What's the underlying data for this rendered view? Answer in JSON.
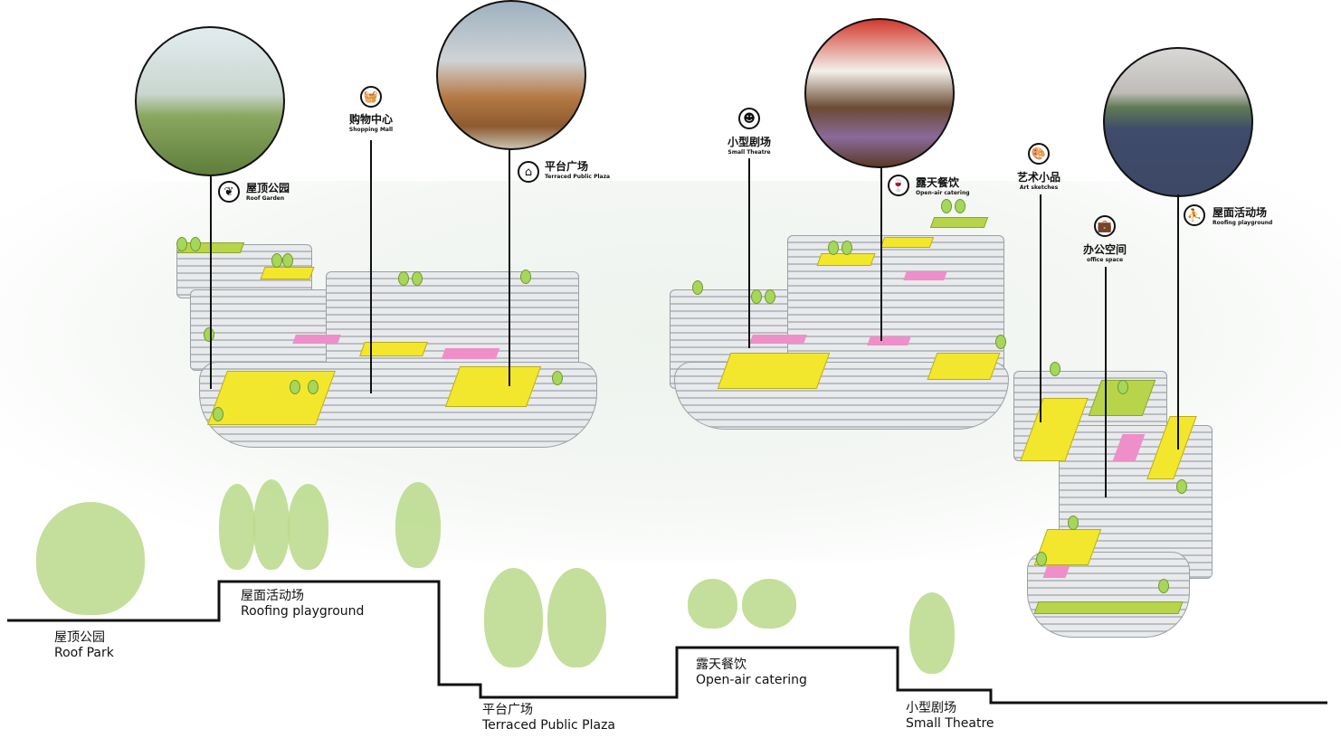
{
  "callouts": [
    {
      "cn": "屋顶公园",
      "en": "Roof Garden",
      "icon": "leaf-icon"
    },
    {
      "cn": "购物中心",
      "en": "Shopping Mall",
      "icon": "basket-icon"
    },
    {
      "cn": "平台广场",
      "en": "Terraced Public Plaza",
      "icon": "pavilion-icon"
    },
    {
      "cn": "小型剧场",
      "en": "Small Theatre",
      "icon": "theatre-masks-icon"
    },
    {
      "cn": "露天餐饮",
      "en": "Open-air catering",
      "icon": "wine-icon"
    },
    {
      "cn": "艺术小品",
      "en": "Art sketches",
      "icon": "palette-icon"
    },
    {
      "cn": "办公空间",
      "en": "office space",
      "icon": "briefcase-icon"
    },
    {
      "cn": "屋面活动场",
      "en": "Roofing playground",
      "icon": "skateboard-icon"
    }
  ],
  "section": [
    {
      "cn": "屋顶公园",
      "en": "Roof Park"
    },
    {
      "cn": "屋面活动场",
      "en": "Roofing playground"
    },
    {
      "cn": "平台广场",
      "en": "Terraced Public Plaza"
    },
    {
      "cn": "露天餐饮",
      "en": "Open-air catering"
    },
    {
      "cn": "小型剧场",
      "en": "Small Theatre"
    }
  ],
  "colors": {
    "deck": "#f2e72c",
    "roof_green": "#b8d44a",
    "pink": "#ee8fc9",
    "line": "#111111"
  }
}
